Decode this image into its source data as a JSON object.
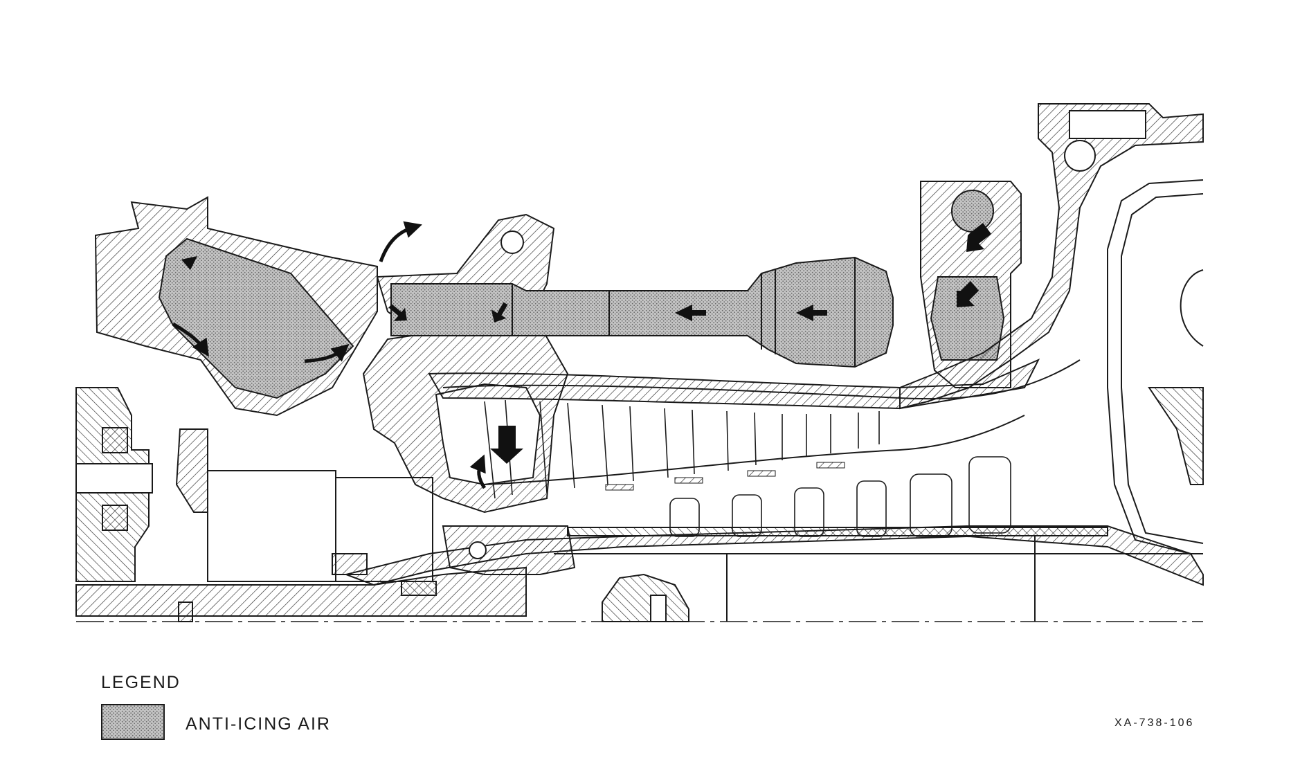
{
  "legend": {
    "title": "LEGEND",
    "items": [
      {
        "label": "ANTI-ICING AIR",
        "fill": "#b5b5b5"
      }
    ]
  },
  "drawing_number": "XA-738-106",
  "colors": {
    "line": "#1a1a1a",
    "hatch": "#2a2a2a",
    "stipple": "#b5b5b5",
    "background": "#ffffff"
  },
  "icons": {
    "flow_arrow": "flow-arrow-icon"
  }
}
